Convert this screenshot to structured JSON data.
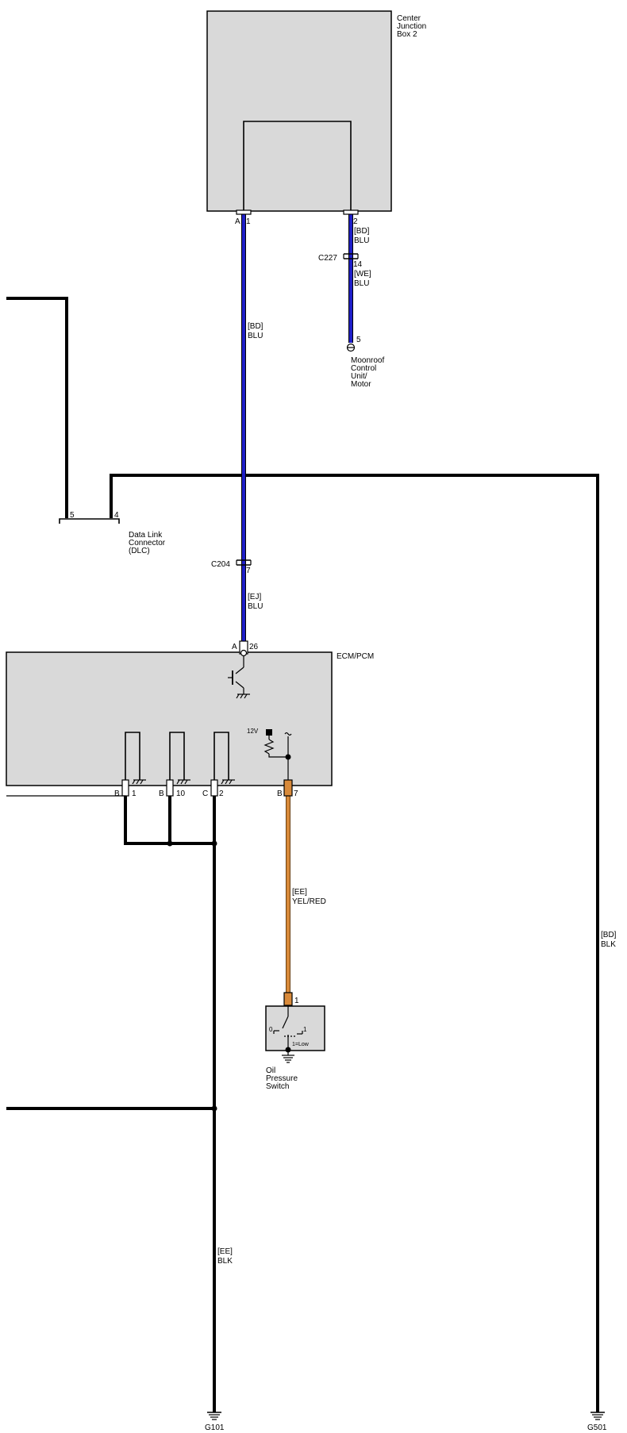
{
  "components": {
    "cjb2": {
      "label": "Center\nJunction\nBox 2"
    },
    "moonroof": {
      "label": "Moonroof\nControl\nUnit/\nMotor"
    },
    "dlc": {
      "label": "Data Link\nConnector\n(DLC)"
    },
    "ecm": {
      "label": "ECM/PCM"
    },
    "oil_switch": {
      "label": "Oil\nPressure\nSwitch",
      "state_0": "0",
      "state_1": "1",
      "state_note": "1=Low"
    }
  },
  "connectors": {
    "c227": "C227",
    "c204": "C204"
  },
  "pins": {
    "cjb_a": "A",
    "cjb_1": "1",
    "cjb_2": "2",
    "c227_14": "14",
    "moonroof_5": "5",
    "dlc_5": "5",
    "dlc_4": "4",
    "c204_7": "7",
    "ecm_a": "A",
    "ecm_26": "26",
    "ecm_b1": "B",
    "ecm_1": "1",
    "ecm_b10": "B",
    "ecm_10": "10",
    "ecm_c": "C",
    "ecm_2": "2",
    "ecm_b7": "B",
    "ecm_7": "7",
    "oil_1": "1",
    "volt": "12V"
  },
  "wires": {
    "bd_blu_short": {
      "code": "[BD]",
      "color": "BLU"
    },
    "we_blu": {
      "code": "[WE]",
      "color": "BLU"
    },
    "bd_blu_long": {
      "code": "[BD]",
      "color": "BLU"
    },
    "ej_blu": {
      "code": "[EJ]",
      "color": "BLU"
    },
    "ee_yelred": {
      "code": "[EE]",
      "color": "YEL/RED"
    },
    "bd_blk": {
      "code": "[BD]",
      "color": "BLK"
    },
    "ee_blk": {
      "code": "[EE]",
      "color": "BLK"
    }
  },
  "grounds": {
    "g101": "G101",
    "g501": "G501"
  },
  "colors": {
    "wire_blue": "#1f1fc8",
    "wire_orange": "#d98a3a",
    "component_fill": "#d9d9d9"
  }
}
